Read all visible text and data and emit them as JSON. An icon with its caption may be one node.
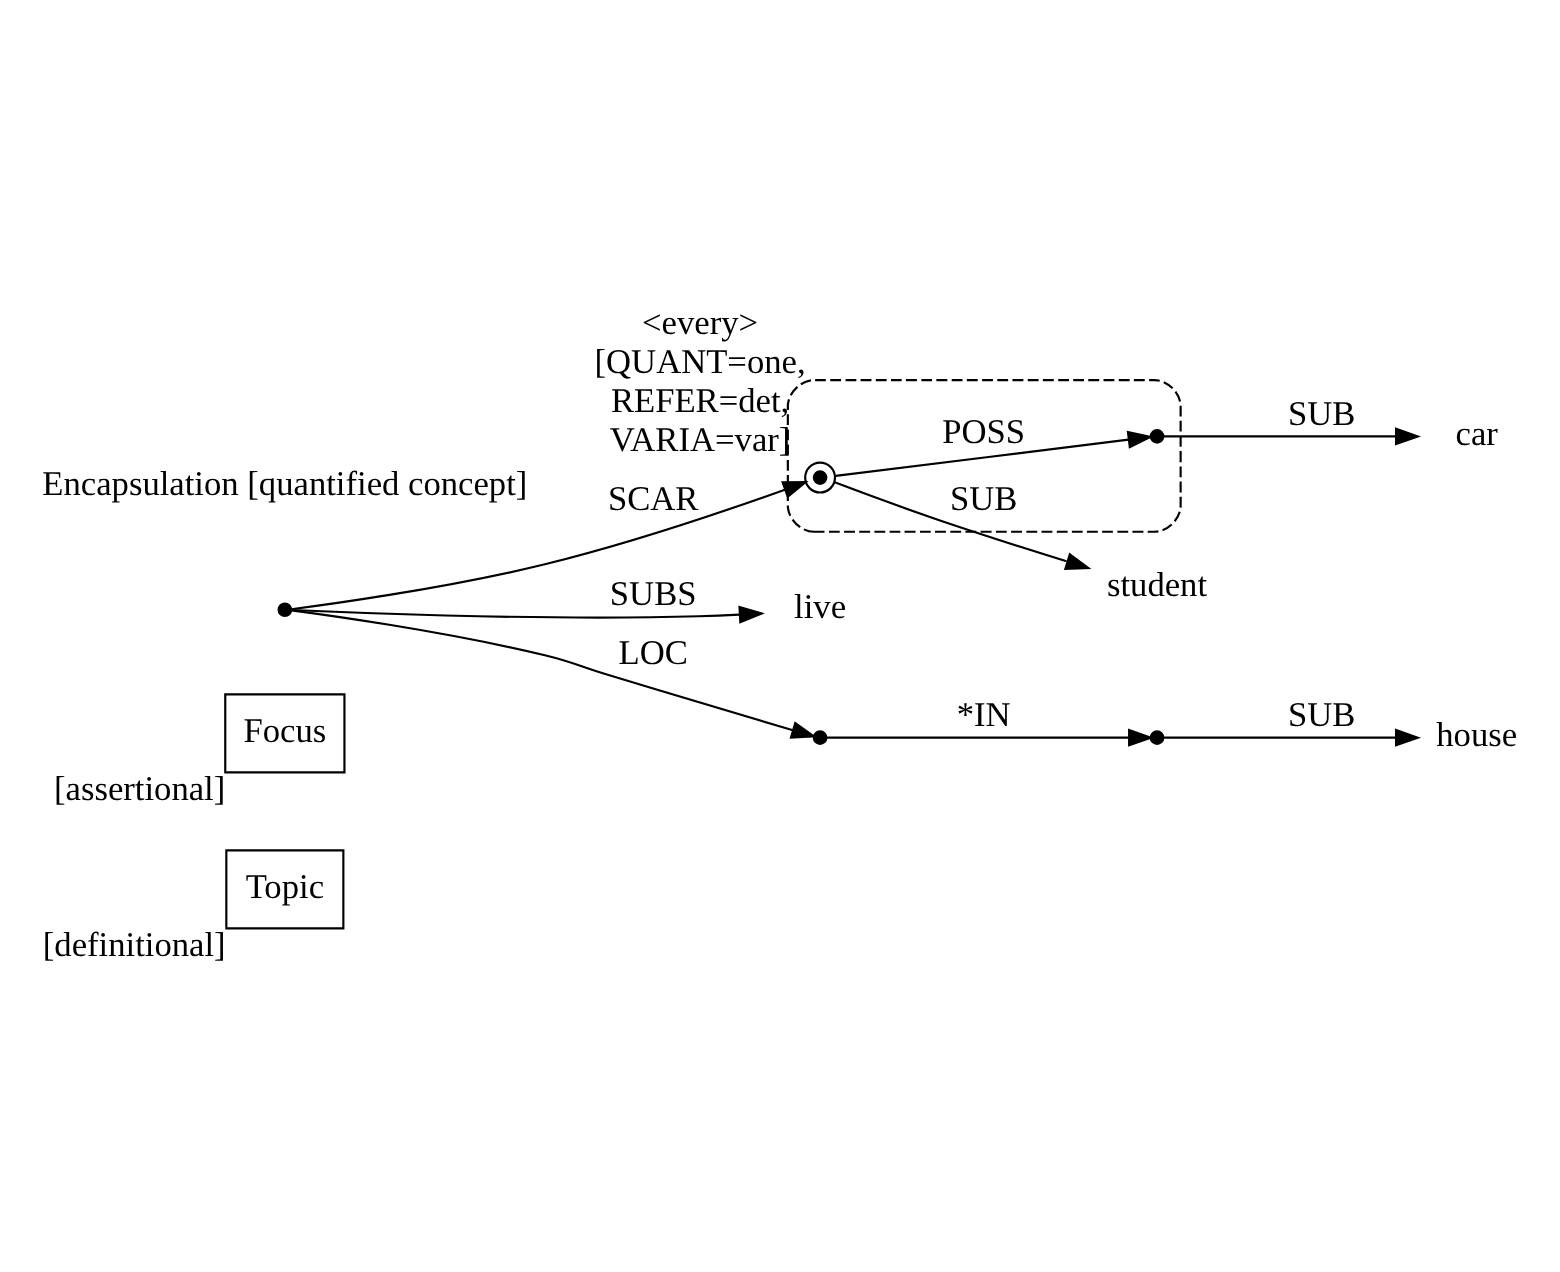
{
  "diagram": {
    "nodes": [
      {
        "text": [
          "Topic"
        ],
        "beside": [
          "[definitional]"
        ]
      },
      {
        "text": [
          "Focus"
        ],
        "beside": [
          "[assertional]"
        ]
      },
      {
        "text": [],
        "shape": "ellipse"
      },
      {
        "text": [
          "student"
        ]
      },
      {
        "text": [],
        "shape": "dot",
        "in": 2,
        "beside": [
          "<every> [QUANT=one, REFER=det, VARIA=var]"
        ]
      },
      {
        "text": [],
        "shape": "dot",
        "in": 2
      },
      {
        "text": [
          "car"
        ]
      },
      {
        "text": [],
        "shape": "dot"
      },
      {
        "text": [
          "live"
        ]
      },
      {
        "text": [],
        "shape": "dot"
      },
      {
        "text": [],
        "shape": "dot"
      },
      {
        "text": [
          "house"
        ]
      }
    ],
    "edges": [
      {
        "from": 4,
        "to": 3,
        "arrow": "to",
        "label": "SUB"
      },
      {
        "from": 4,
        "to": 5,
        "arrow": "to",
        "label": "POSS"
      },
      {
        "from": 7,
        "to": 4,
        "arrow": "to",
        "label": "SCAR"
      },
      {
        "from": 5,
        "to": 6,
        "arrow": "to",
        "label": "SUB"
      },
      {
        "from": 7,
        "to": 8,
        "arrow": "to",
        "label": "SUBS"
      },
      {
        "from": 7,
        "to": 9,
        "arrow": "to",
        "label": "LOC"
      },
      {
        "from": 9,
        "to": 10,
        "arrow": "to",
        "label": "*IN"
      },
      {
        "from": 10,
        "to": 11,
        "arrow": "to",
        "label": "SUB"
      }
    ],
    "labels": [
      "Encapsulation [quantified concept]"
    ]
  }
}
